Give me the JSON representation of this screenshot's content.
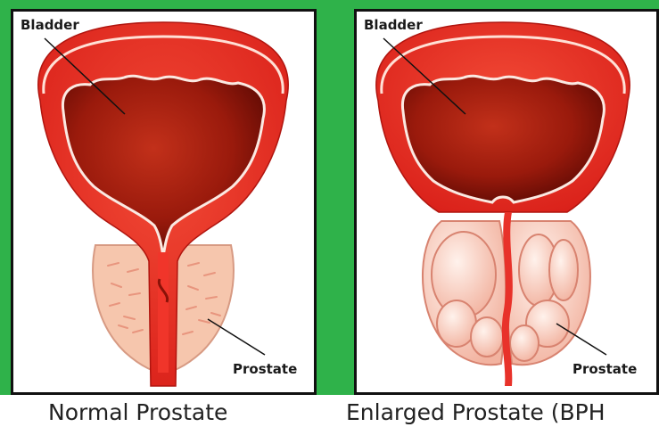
{
  "panels": {
    "normal": {
      "bladder_label": "Bladder",
      "prostate_label": "Prostate",
      "caption": "Normal Prostate"
    },
    "enlarged": {
      "bladder_label": "Bladder",
      "prostate_label": "Prostate",
      "caption": "Enlarged Prostate (BPH"
    }
  },
  "colors": {
    "background": "#2fb24a",
    "panel_border": "#111111",
    "bladder_wall": "#e62a22",
    "bladder_lumen": "#8a1208",
    "prostate_normal": "#f6c6ad",
    "prostate_enlarged": "#fbd6cb"
  }
}
